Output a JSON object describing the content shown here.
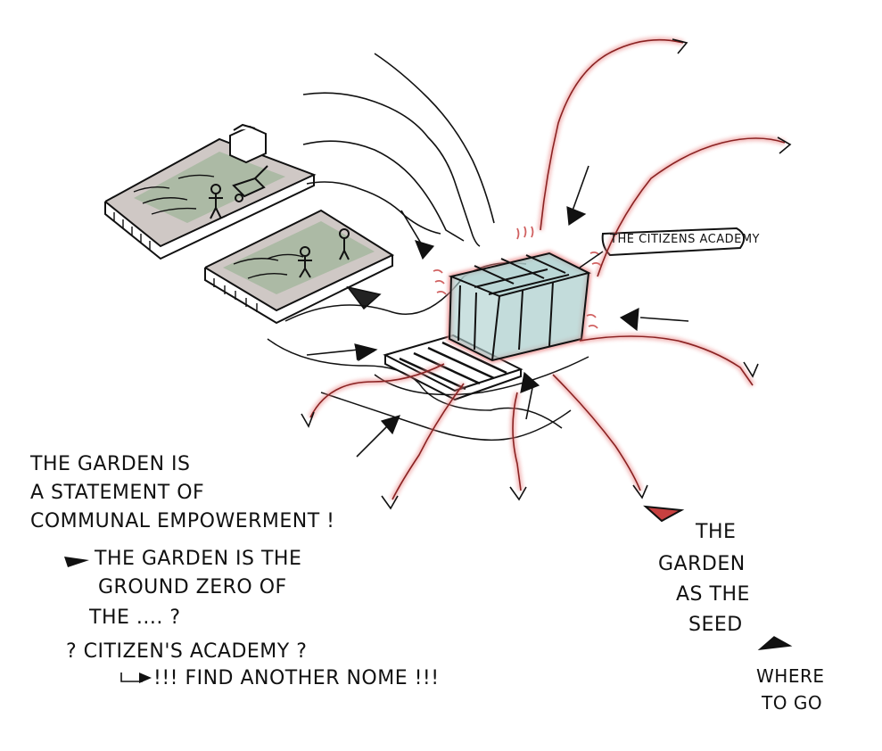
{
  "labels": {
    "academy_tag": "THE CITIZENS ACADEMY",
    "left_lines": [
      "THE GARDEN IS",
      "A STATEMENT OF",
      "COMMUNAL EMPOWERMENT !",
      "THE GARDEN IS THE",
      "GROUND ZERO OF",
      "THE .... ?",
      "? CITIZEN'S ACADEMY ?",
      "!!! FIND ANOTHER NOME !!!"
    ],
    "right_lines": [
      "THE",
      "GARDEN",
      "AS THE",
      "SEED"
    ],
    "where_lines": [
      "WHERE",
      "TO GO"
    ]
  },
  "colors": {
    "ink": "#111111",
    "glow": "#e98080",
    "glow_dark": "#b84a4a",
    "garden_soil": "#a89a96",
    "garden_green": "#8fae8a",
    "glass": "#a9cdcc"
  }
}
